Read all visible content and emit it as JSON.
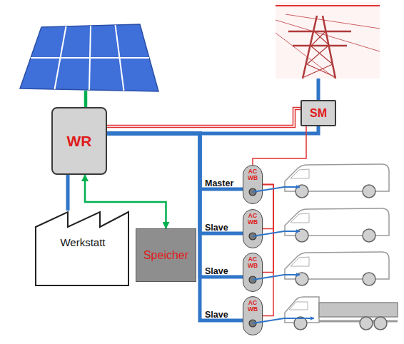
{
  "diagram": {
    "nodes": [
      {
        "text": [
          "WR"
        ]
      },
      {
        "text": [
          "SM"
        ]
      },
      {
        "text": [
          "Werkstatt"
        ]
      },
      {
        "text": [
          "Speicher"
        ]
      },
      {
        "text": [
          "AC WB"
        ]
      },
      {
        "text": [
          "AC WB"
        ]
      },
      {
        "text": [
          "AC WB"
        ]
      },
      {
        "text": [
          "AC WB"
        ]
      }
    ],
    "edges": [
      {
        "from": 0,
        "to": 1,
        "arrow": "none"
      },
      {
        "from": 0,
        "to": 1,
        "arrow": "none"
      },
      {
        "from": 0,
        "to": 2,
        "arrow": "none"
      },
      {
        "from": 0,
        "to": 3,
        "arrow": "both"
      },
      {
        "from": 0,
        "to": 4,
        "arrow": "none"
      },
      {
        "from": 0,
        "to": 5,
        "arrow": "none"
      },
      {
        "from": 0,
        "to": 6,
        "arrow": "none"
      },
      {
        "from": 0,
        "to": 7,
        "arrow": "none"
      },
      {
        "from": 1,
        "to": 4,
        "arrow": "none"
      },
      {
        "from": 4,
        "to": 5,
        "arrow": "none"
      },
      {
        "from": 4,
        "to": 6,
        "arrow": "none"
      },
      {
        "from": 4,
        "to": 7,
        "arrow": "none"
      }
    ],
    "labels": [
      "Master",
      "Slave",
      "Slave",
      "Slave"
    ]
  }
}
